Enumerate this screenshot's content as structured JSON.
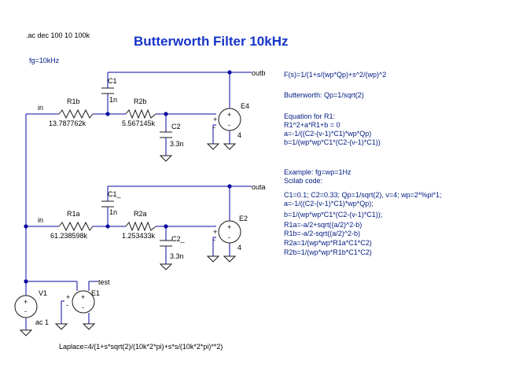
{
  "header": {
    "directive": ".ac dec 100 10 100k",
    "title": "Butterworth Filter 10kHz",
    "fg_param": "fg=10kHz"
  },
  "stage_b": {
    "in_label": "in",
    "out_label": "outb",
    "r1": {
      "name": "R1b",
      "value": "13.787762k"
    },
    "r2": {
      "name": "R2b",
      "value": "5.567145k"
    },
    "c1": {
      "name": "C1",
      "value": "1n"
    },
    "c2": {
      "name": "C2",
      "value": "3.3n"
    },
    "amp": {
      "name": "E4",
      "gain": "4",
      "plus": "+",
      "minus": "-"
    }
  },
  "stage_a": {
    "in_label": "in",
    "out_label": "outa",
    "r1": {
      "name": "R1a",
      "value": "61.238598k"
    },
    "r2": {
      "name": "R2a",
      "value": "1.253433k"
    },
    "c1": {
      "name": "C1_",
      "value": "1n"
    },
    "c2": {
      "name": "C2_",
      "value": "3.3n"
    },
    "amp": {
      "name": "E2",
      "gain": "4",
      "plus": "+",
      "minus": "-"
    }
  },
  "source": {
    "v1_name": "V1",
    "v1_value": "ac 1",
    "e1_name": "E1",
    "test_label": "test",
    "laplace": "Laplace=4/(1+s*sqrt(2)/(10k*2*pi)+s*s/(10k*2*pi)**2)"
  },
  "notes_top": [
    "F(s)=1/(1+s/(wp*Qp)+s^2/(wp)^2",
    "",
    "Butterworth: Qp=1/sqrt(2)",
    "",
    "Equation for R1:",
    "R1^2+a*R1+b = 0",
    "a=-1/((C2-(v-1)*C1)*wp*Qp)",
    "b=1/(wp*wp*C1*(C2-(v-1)*C1))"
  ],
  "notes_bottom": [
    "Example: fg=wp=1Hz",
    "Scilab code:",
    "C1=0.1; C2=0.33; Qp=1/sqrt(2), v=4; wp=2*%pi*1;",
    "a=-1/((C2-(v-1)*C1)*wp*Qp);",
    "b=1/(wp*wp*C1*(C2-(v-1)*C1));",
    "R1a=-a/2+sqrt((a/2)^2-b)",
    "R1b=-a/2-sqrt((a/2)^2-b)",
    "R2a=1/(wp*wp*R1a*C1*C2)",
    "R2b=1/(wp*wp*R1b*C1*C2)"
  ],
  "colors": {
    "wire": "#0a0aa0",
    "title": "#1634c8",
    "text": "#001a80"
  }
}
